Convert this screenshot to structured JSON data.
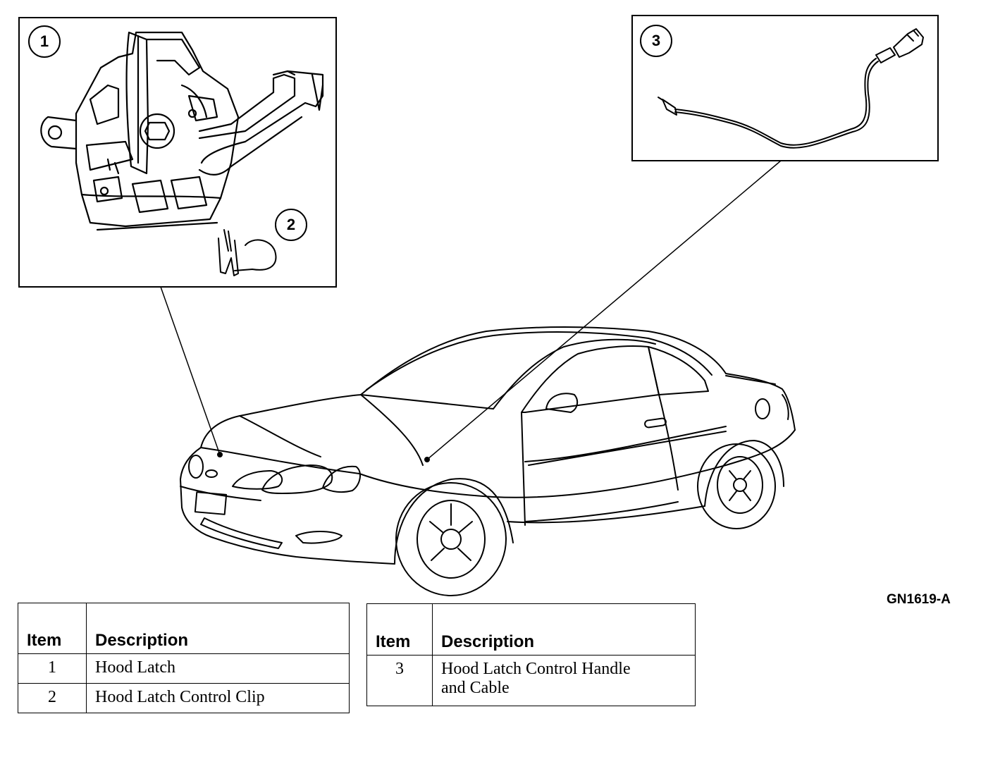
{
  "figure_id": "GN1619-A",
  "callouts": [
    {
      "number": "1"
    },
    {
      "number": "2"
    },
    {
      "number": "3"
    }
  ],
  "legend_left": {
    "headers": [
      "Item",
      "Description"
    ],
    "rows": [
      {
        "item": "1",
        "description": "Hood Latch"
      },
      {
        "item": "2",
        "description": "Hood Latch Control Clip"
      }
    ]
  },
  "legend_right": {
    "headers": [
      "Item",
      "Description"
    ],
    "rows": [
      {
        "item": "3",
        "description_line1": "Hood Latch Control Handle",
        "description_line2": "and Cable"
      }
    ]
  }
}
